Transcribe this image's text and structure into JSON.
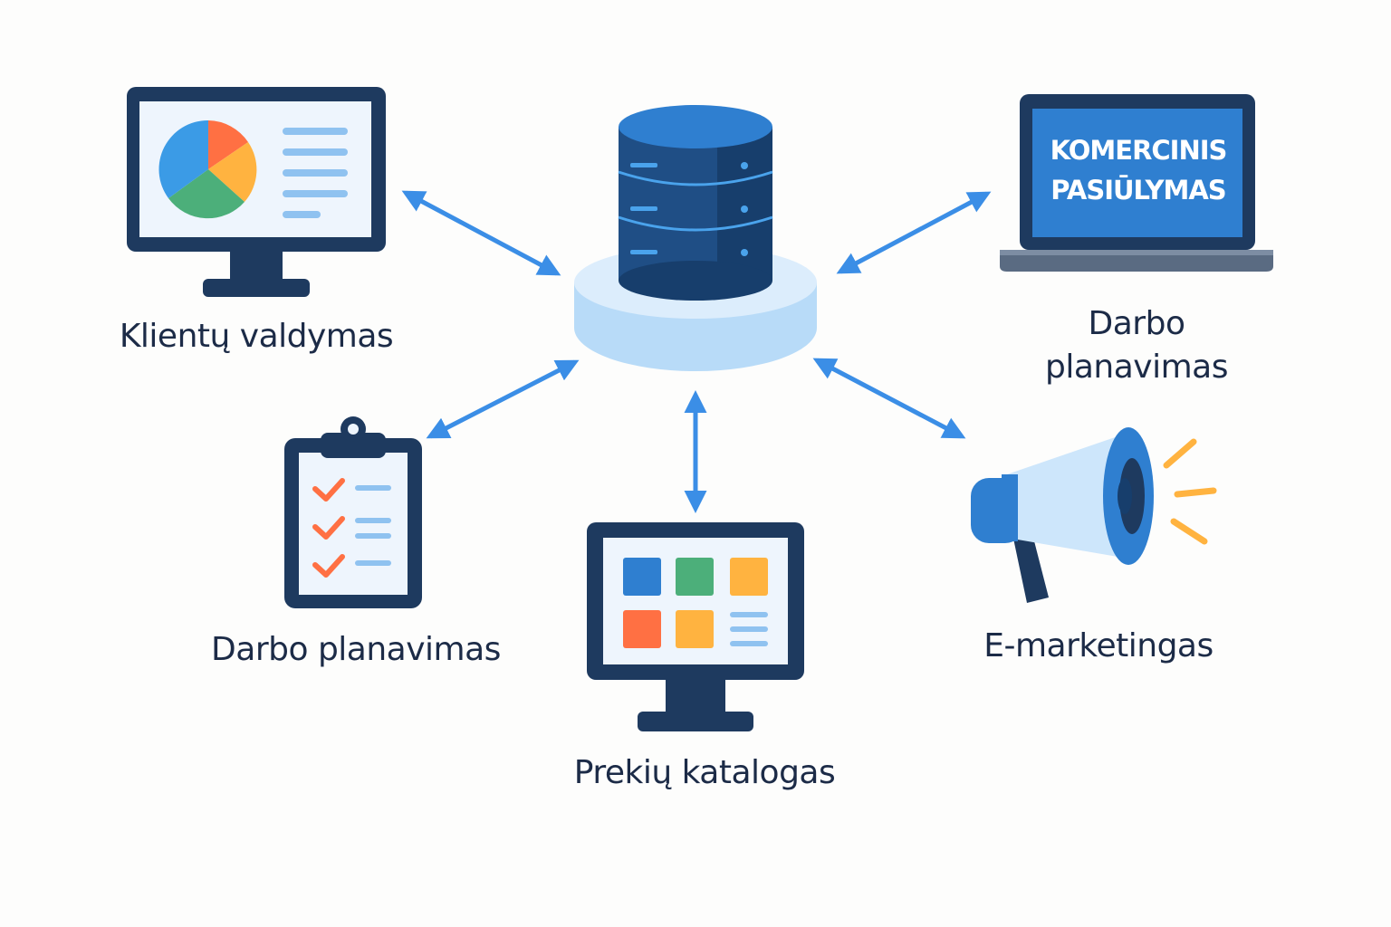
{
  "center": {
    "icon": "database-server-icon"
  },
  "nodes": {
    "clients": {
      "label": "Klientų valdymas",
      "icon": "monitor-pie-chart-icon"
    },
    "offer": {
      "screen_text": "KOMERCINIS PASIŪLYMAS",
      "label": "Darbo planavimas",
      "icon": "laptop-icon"
    },
    "planning": {
      "label": "Darbo planavimas",
      "icon": "clipboard-checklist-icon"
    },
    "catalog": {
      "label": "Prekių katalogas",
      "icon": "monitor-grid-icon"
    },
    "emarketing": {
      "label": "E-marketingas",
      "icon": "megaphone-icon"
    }
  },
  "colors": {
    "navy": "#1e3a5f",
    "blue": "#2f7fd0",
    "arrow": "#3b8ee6",
    "orange": "#ff7043",
    "yellow": "#ffb340",
    "green": "#4caf7a",
    "light_blue": "#cde6fb",
    "text": "#1c2b47"
  }
}
